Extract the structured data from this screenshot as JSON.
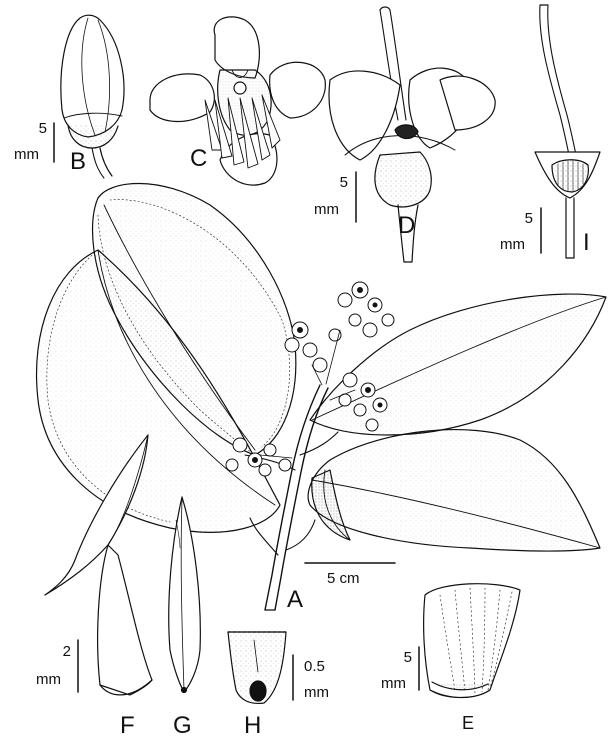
{
  "plate": {
    "background": "#ffffff",
    "ink": "#111111",
    "panels": [
      {
        "letter": "A",
        "subject": "flowering branch with leaves and inflorescence",
        "scale": {
          "value": "5 cm",
          "unit": ""
        }
      },
      {
        "letter": "B",
        "subject": "flower bud",
        "scale": {
          "value": "5",
          "unit": "mm"
        }
      },
      {
        "letter": "C",
        "subject": "open flower, top view with stamens",
        "scale": null
      },
      {
        "letter": "D",
        "subject": "open flower, side view with style",
        "scale": {
          "value": "5",
          "unit": "mm"
        }
      },
      {
        "letter": "E",
        "subject": "petal",
        "scale": {
          "value": "5",
          "unit": "mm"
        }
      },
      {
        "letter": "F",
        "subject": "stamen, side view",
        "scale": {
          "value": "2",
          "unit": "mm"
        }
      },
      {
        "letter": "G",
        "subject": "stamen, front view",
        "scale": null
      },
      {
        "letter": "H",
        "subject": "anther apex with pore",
        "scale": {
          "value": "0.5",
          "unit": "mm"
        }
      },
      {
        "letter": "I",
        "subject": "hypanthium section with ovary and style",
        "scale": {
          "value": "5",
          "unit": "mm"
        }
      }
    ]
  }
}
